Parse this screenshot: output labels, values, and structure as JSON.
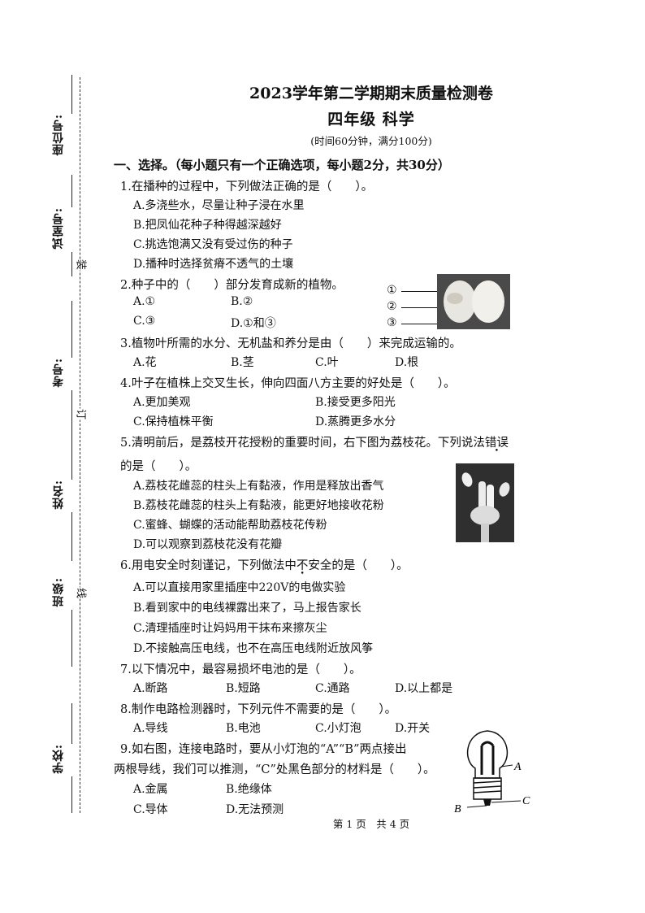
{
  "binding": {
    "fields": [
      {
        "label": "座位号:",
        "top": 0
      },
      {
        "label": "试室号:",
        "top": 0
      },
      {
        "label": "考号:",
        "top": 0
      },
      {
        "label": "姓名:",
        "top": 0
      },
      {
        "label": "班级:",
        "top": 0
      },
      {
        "label": "学校:",
        "top": 0
      }
    ],
    "cut_chars": [
      "装",
      "订",
      "线"
    ]
  },
  "header": {
    "title": "2023学年第二学期期末质量检测卷",
    "subtitle": "四年级 科学",
    "info": "(时间60分钟，满分100分)"
  },
  "section1": {
    "heading": "一、选择。（每小题只有一个正确选项，每小题2分，共30分）"
  },
  "questions": [
    {
      "stem": "1.在播种的过程中，下列做法正确的是（　　）。",
      "options": [
        "A.多浇些水，尽量让种子浸在水里",
        "B.把凤仙花种子种得越深越好",
        "C.挑选饱满又没有受过伤的种子",
        "D.播种时选择贫瘠不透气的土壤"
      ]
    },
    {
      "stem": "2.种子中的（　　）部分发育成新的植物。",
      "options": [
        "A.①",
        "B.②",
        "C.③",
        "D.①和③"
      ]
    },
    {
      "stem": "3.植物叶所需的水分、无机盐和养分是由（　　）来完成运输的。",
      "options": [
        "A.花",
        "B.茎",
        "C.叶",
        "D.根"
      ]
    },
    {
      "stem": "4.叶子在植株上交叉生长，伸向四面八方主要的好处是（　　）。",
      "options": [
        "A.更加美观",
        "B.接受更多阳光",
        "C.保持植株平衡",
        "D.蒸腾更多水分"
      ]
    },
    {
      "stem_a": "5.清明前后，是荔枝开花授粉的重要时间，右下图为荔枝花。下列说法",
      "stem_emph": "错误",
      "stem_b": "的是（　　）。",
      "options": [
        "A.荔枝花雌蕊的柱头上有黏液，作用是释放出香气",
        "B.荔枝花雌蕊的柱头上有黏液，能更好地接收花粉",
        "C.蜜蜂、蝴蝶的活动能帮助荔枝花传粉",
        "D.可以观察到荔枝花没有花瓣"
      ]
    },
    {
      "stem_a": "6.用电安全时刻谨记，下列做法中",
      "stem_emph": "不",
      "stem_b": "安全的是（　　）。",
      "options": [
        "A.可以直接用家里插座中220V的电做实验",
        "B.看到家中的电线裸露出来了，马上报告家长",
        "C.清理插座时让妈妈用干抹布来擦灰尘",
        "D.不接触高压电线，也不在高压电线附近放风筝"
      ]
    },
    {
      "stem": "7.以下情况中，最容易损坏电池的是（　　）。",
      "options": [
        "A.断路",
        "B.短路",
        "C.通路",
        "D.以上都是"
      ]
    },
    {
      "stem": "8.制作电路检测器时，下列元件不需要的是（　　）。",
      "options": [
        "A.导线",
        "B.电池",
        "C.小灯泡",
        "D.开关"
      ]
    },
    {
      "stem": "9.如右图，连接电路时，要从小灯泡的“A”“B”两点接出",
      "stem2": "两根导线，我们可以推测，“C”处黑色部分的材料是（　　）。",
      "options": [
        "A.金属",
        "B.绝缘体",
        "C.导体",
        "D.无法预测"
      ]
    }
  ],
  "figures": {
    "seed_labels": [
      "①",
      "②",
      "③"
    ],
    "bulb_labels": [
      "A",
      "B",
      "C"
    ]
  },
  "footer": "第 1 页　共 4 页"
}
